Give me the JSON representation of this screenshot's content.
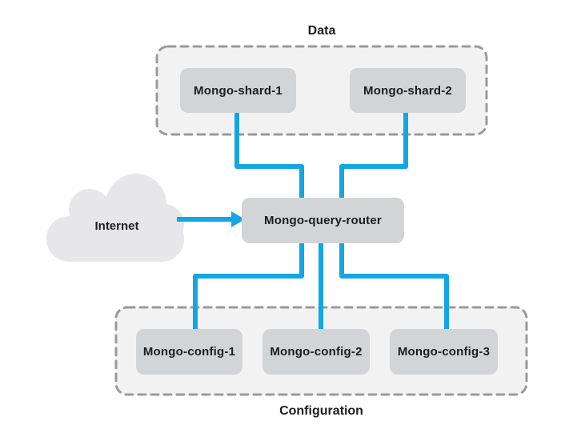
{
  "labels": {
    "data_group": "Data",
    "config_group": "Configuration",
    "internet": "Internet"
  },
  "nodes": {
    "shard1": "Mongo-shard-1",
    "shard2": "Mongo-shard-2",
    "router": "Mongo-query-router",
    "config1": "Mongo-config-1",
    "config2": "Mongo-config-2",
    "config3": "Mongo-config-3"
  },
  "connections": [
    {
      "from": "Internet",
      "to": "Mongo-query-router",
      "style": "arrow"
    },
    {
      "from": "Mongo-shard-1",
      "to": "Mongo-query-router",
      "style": "elbow"
    },
    {
      "from": "Mongo-shard-2",
      "to": "Mongo-query-router",
      "style": "elbow"
    },
    {
      "from": "Mongo-query-router",
      "to": "Mongo-config-1",
      "style": "elbow"
    },
    {
      "from": "Mongo-query-router",
      "to": "Mongo-config-2",
      "style": "straight"
    },
    {
      "from": "Mongo-query-router",
      "to": "Mongo-config-3",
      "style": "elbow"
    }
  ],
  "colors": {
    "connector_blue": "#13a6e4",
    "node_fill": "#d2d4d6",
    "group_fill": "#f2f2f3",
    "group_border": "#9a9a9e",
    "cloud_fill": "#e7e7e9",
    "text": "#1d1d1f",
    "background": "#ffffff"
  }
}
